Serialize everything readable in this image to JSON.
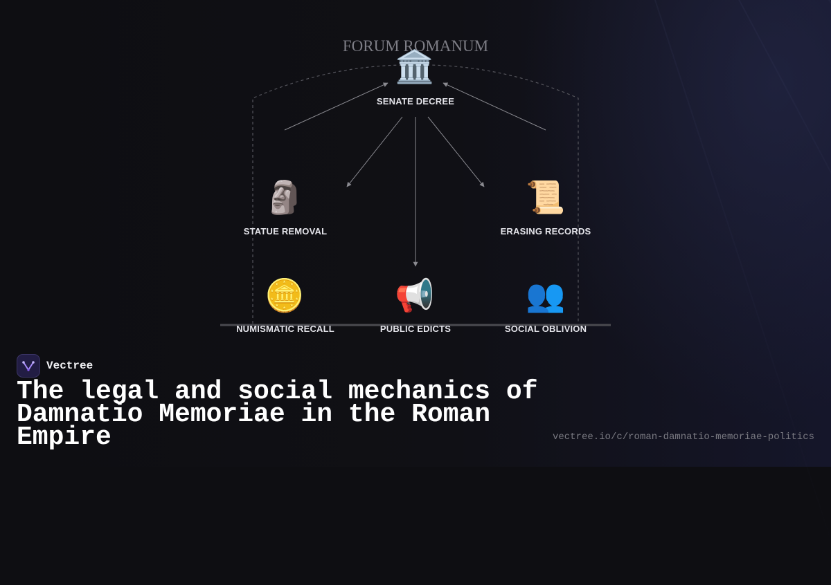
{
  "diagram": {
    "title": "FORUM ROMANUM",
    "nodes": [
      {
        "id": "senate",
        "label": "SENATE DECREE",
        "icon": "classical-building-icon",
        "glyph": "🏛️"
      },
      {
        "id": "statue",
        "label": "STATUE REMOVAL",
        "icon": "moai-statue-icon",
        "glyph": "🗿"
      },
      {
        "id": "records",
        "label": "ERASING RECORDS",
        "icon": "scroll-icon",
        "glyph": "📜"
      },
      {
        "id": "coins",
        "label": "NUMISMATIC RECALL",
        "icon": "coin-icon",
        "glyph": "🪙"
      },
      {
        "id": "edicts",
        "label": "PUBLIC EDICTS",
        "icon": "megaphone-icon",
        "glyph": "📢"
      },
      {
        "id": "oblivion",
        "label": "SOCIAL OBLIVION",
        "icon": "people-silhouette-icon",
        "glyph": "👥"
      }
    ],
    "edges": [
      {
        "from": "senate",
        "to": "statue"
      },
      {
        "from": "senate",
        "to": "edicts"
      },
      {
        "from": "senate",
        "to": "records"
      },
      {
        "from": "statue",
        "to": "senate"
      },
      {
        "from": "records",
        "to": "senate"
      }
    ]
  },
  "brand": {
    "name": "Vectree",
    "icon": "vectree-logo-icon",
    "accent": "#8b5cf6"
  },
  "headline": "The legal and social mechanics of Damnatio Memoriae in the Roman Empire",
  "url": "vectree.io/c/roman-damnatio-memoriae-politics",
  "colors": {
    "background": "#0e0e12",
    "line": "#8a8a90",
    "text": "#e4e4ea"
  }
}
